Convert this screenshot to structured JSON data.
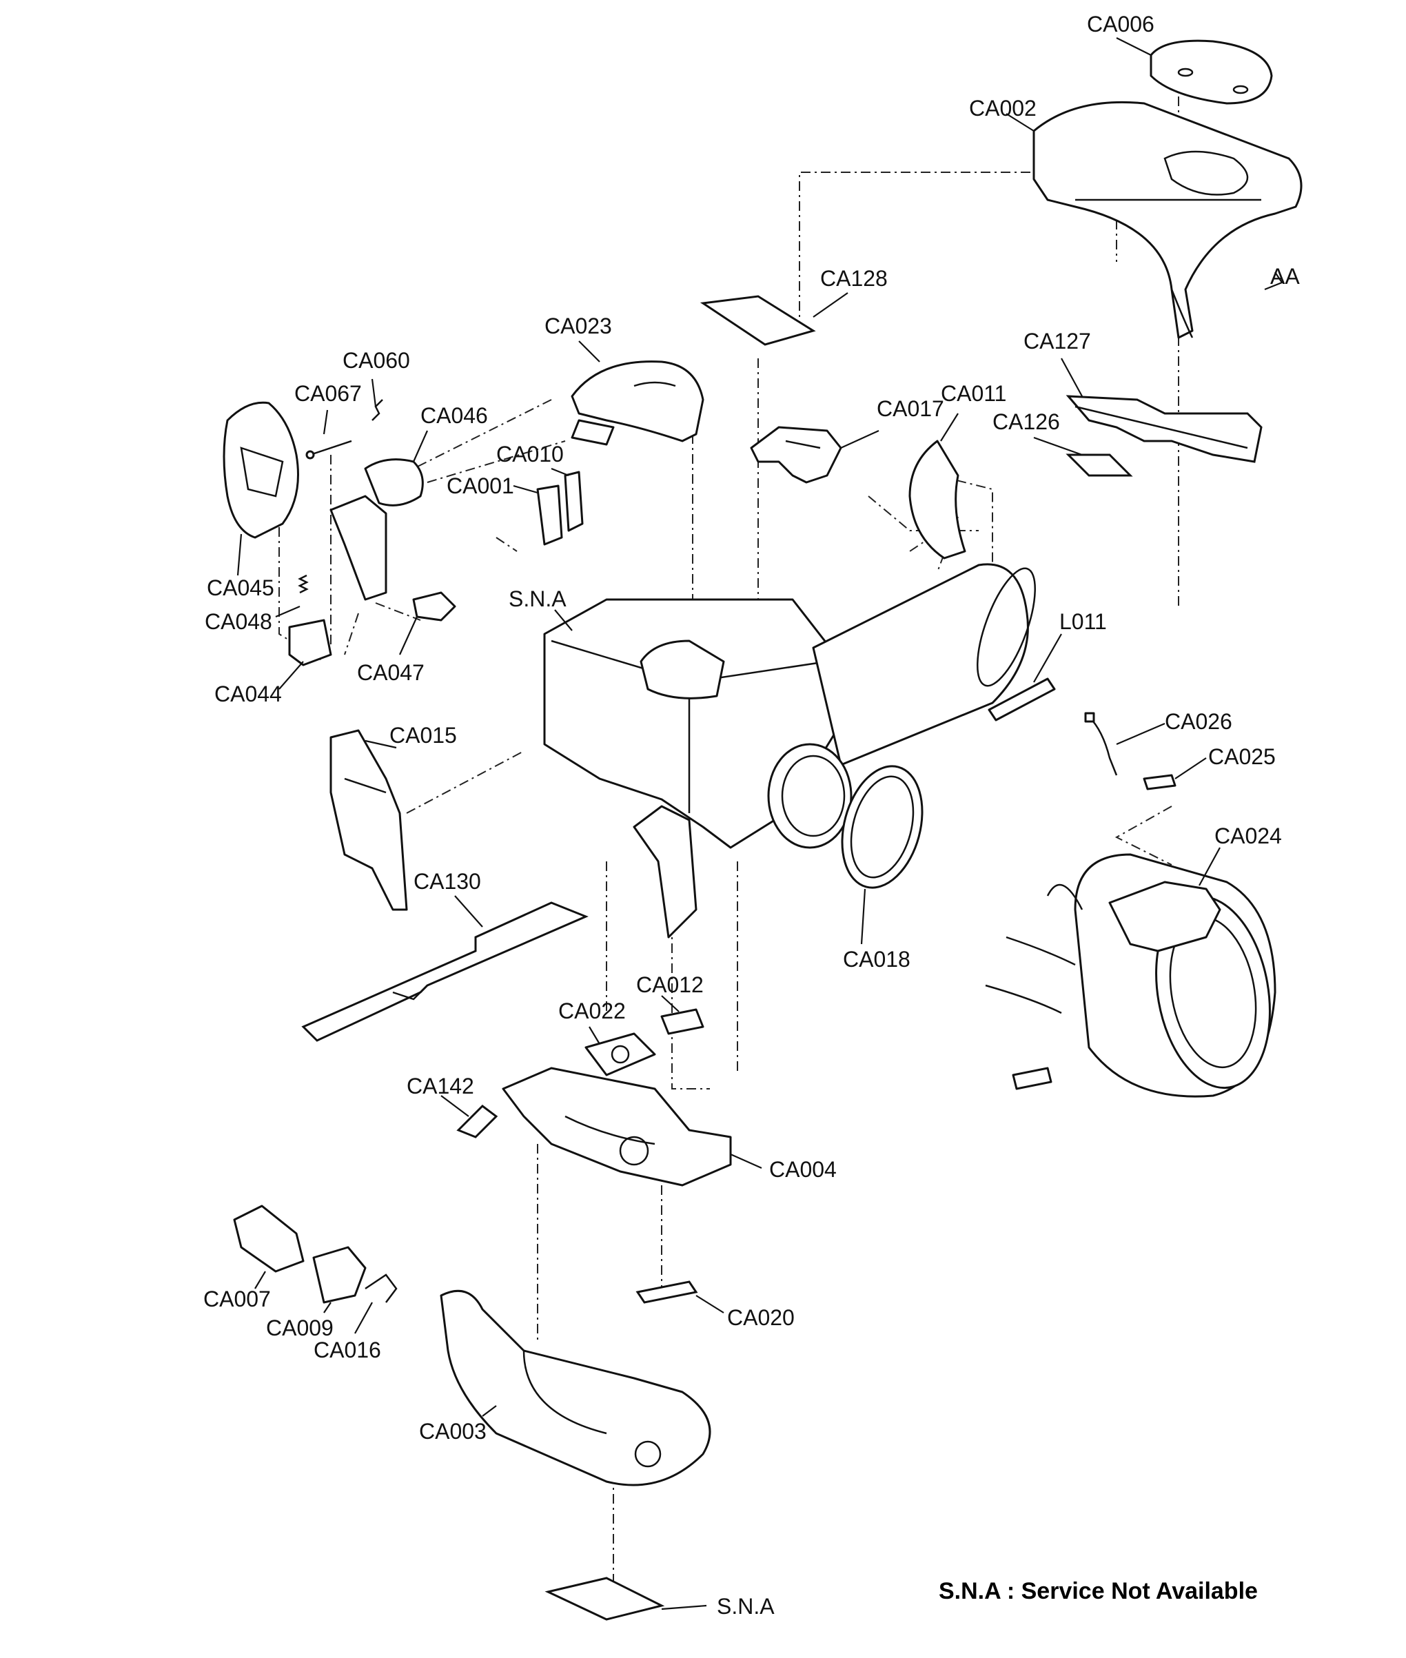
{
  "diagram": {
    "legend": "S.N.A : Service Not Available",
    "labels": {
      "CA006": "CA006",
      "CA002": "CA002",
      "AA": "AA",
      "CA128": "CA128",
      "CA023": "CA023",
      "CA060": "CA060",
      "CA067": "CA067",
      "CA046": "CA046",
      "CA127": "CA127",
      "CA011": "CA011",
      "CA017": "CA017",
      "CA126": "CA126",
      "CA010": "CA010",
      "CA001": "CA001",
      "CA045": "CA045",
      "CA048": "CA048",
      "SNA_top": "S.N.A",
      "L011": "L011",
      "CA047": "CA047",
      "CA044": "CA044",
      "CA026": "CA026",
      "CA015": "CA015",
      "CA025": "CA025",
      "CA024": "CA024",
      "CA130": "CA130",
      "CA018": "CA018",
      "CA012": "CA012",
      "CA022": "CA022",
      "CA142": "CA142",
      "CA004": "CA004",
      "CA007": "CA007",
      "CA009": "CA009",
      "CA016": "CA016",
      "CA020": "CA020",
      "CA003": "CA003",
      "SNA_bottom": "S.N.A"
    }
  }
}
